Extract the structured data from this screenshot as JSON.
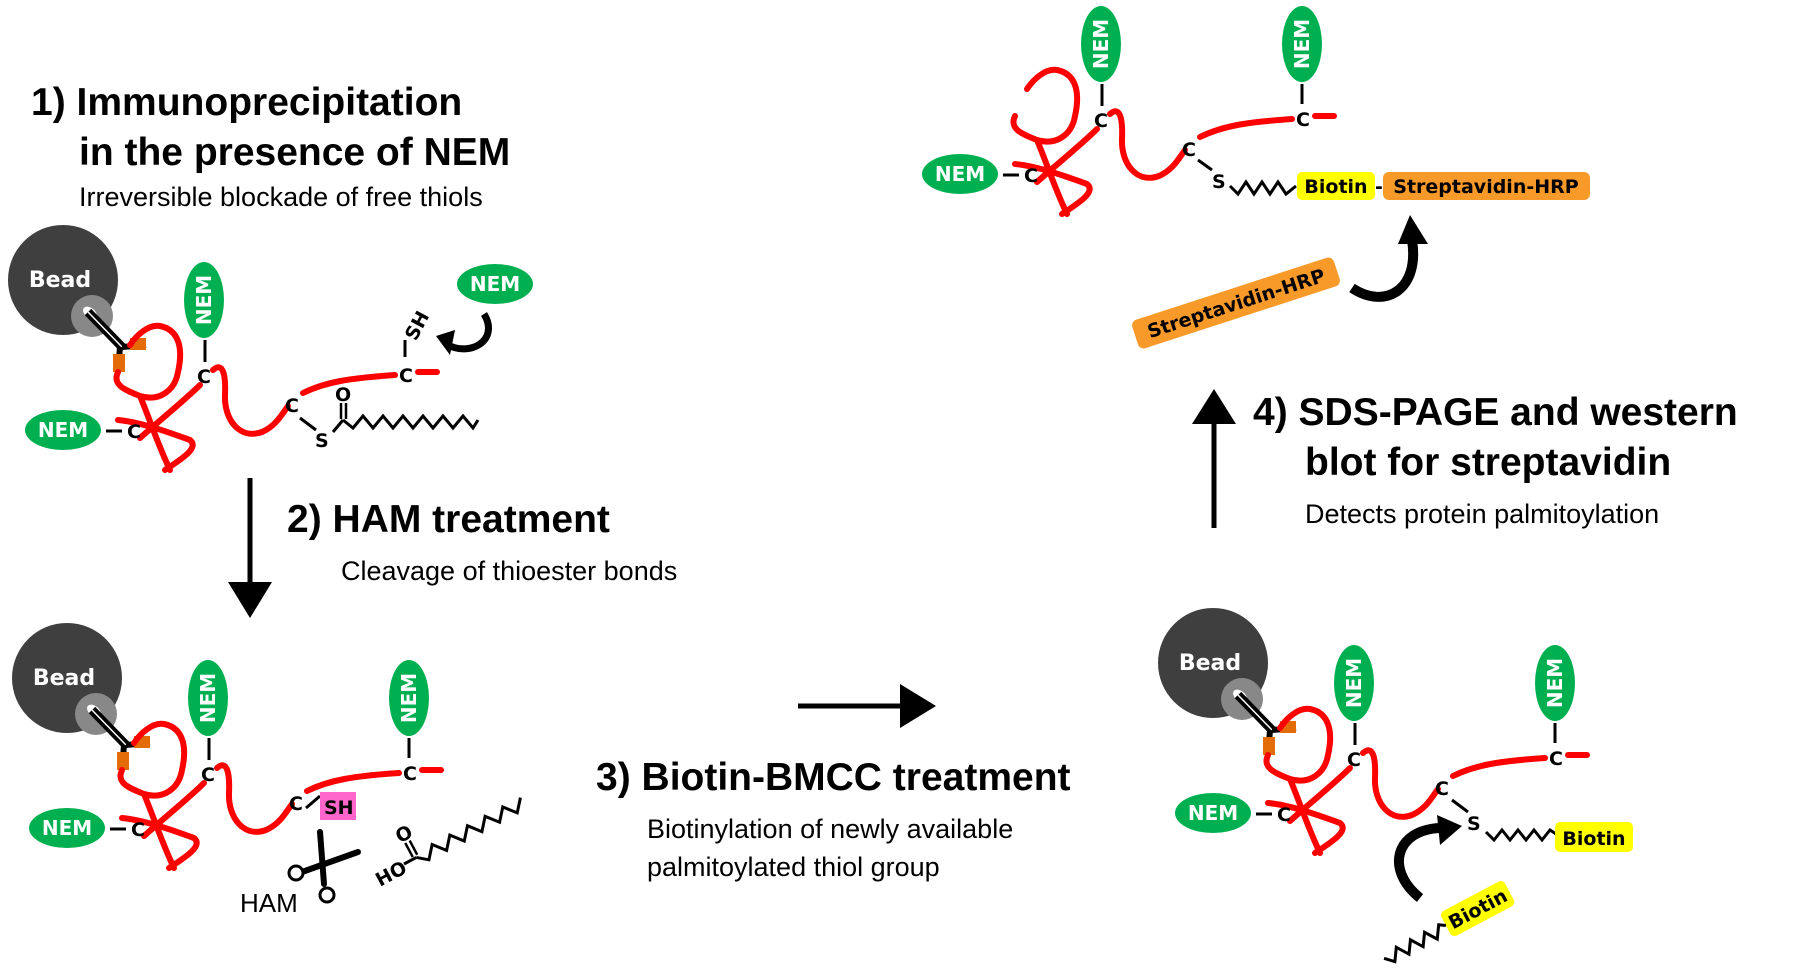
{
  "colors": {
    "protein": "#ff0000",
    "nem": "#00b050",
    "bead": "#3f3f3f",
    "bead_ring": "#888888",
    "antibody_tip": "#e36c09",
    "biotin": "#ffff00",
    "streptavidin": "#f79a2a",
    "sh_highlight": "#ff66cc",
    "ink": "#000000"
  },
  "steps": [
    {
      "number": "1)",
      "title_lines": [
        "Immunoprecipitation",
        "in the presence of NEM"
      ],
      "subtitle_lines": [
        "Irreversible blockade of free thiols"
      ],
      "arrow": "none"
    },
    {
      "number": "2)",
      "title_lines": [
        "HAM treatment"
      ],
      "subtitle_lines": [
        "Cleavage of thioester bonds"
      ],
      "arrow": "down"
    },
    {
      "number": "3)",
      "title_lines": [
        "Biotin-BMCC treatment"
      ],
      "subtitle_lines": [
        "Biotinylation of newly available",
        "palmitoylated thiol group"
      ],
      "arrow": "right"
    },
    {
      "number": "4)",
      "title_lines": [
        "SDS-PAGE and western",
        "blot for streptavidin"
      ],
      "subtitle_lines": [
        "Detects protein palmitoylation"
      ],
      "arrow": "up"
    }
  ],
  "labels": {
    "bead": "Bead",
    "nem": "NEM",
    "carbon": "C",
    "sulfur": "S",
    "oxygen": "O",
    "thiol": "SH",
    "ham": "HAM",
    "hydroxyl": "HO",
    "biotin": "Biotin",
    "streptavidin_hrp": "Streptavidin-HRP",
    "dash": "-"
  },
  "panels": [
    {
      "id": "panel-1",
      "stage": "after immunoprecipitation with NEM",
      "has_bead": true,
      "cysteine_state": "palmitoyl thioester",
      "free_thiol": "SH",
      "free_nem": true
    },
    {
      "id": "panel-2",
      "stage": "after HAM treatment",
      "has_bead": true,
      "cysteine_state": "SH",
      "released": "palmitic acid (HO-)",
      "reagent": "HAM"
    },
    {
      "id": "panel-3",
      "stage": "after Biotin-BMCC treatment",
      "has_bead": true,
      "cysteine_state": "S-Biotin",
      "free_reagent": "Biotin"
    },
    {
      "id": "panel-4",
      "stage": "detection",
      "has_bead": false,
      "cysteine_state": "S-Biotin-Streptavidin-HRP",
      "free_reagent": "Streptavidin-HRP"
    }
  ]
}
